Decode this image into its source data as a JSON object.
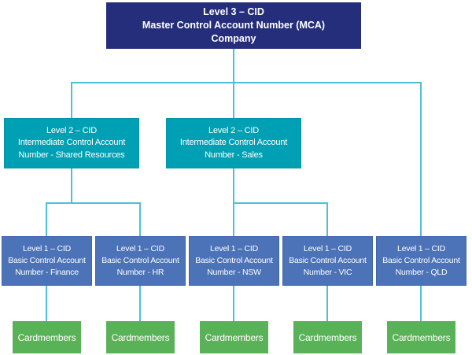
{
  "palette": {
    "level3_navy": "#252e7b",
    "level2_teal": "#00a0b4",
    "level1_blue": "#4c72b8",
    "cardmembers_green": "#59b257",
    "connector_cyan": "#4cc1d4",
    "text": "#ffffff"
  },
  "level3": {
    "line1": "Level 3 – CID",
    "line2": "Master Control Account Number (MCA)",
    "line3": "Company"
  },
  "level2": [
    {
      "line1": "Level 2 – CID",
      "line2": "Intermediate Control Account",
      "line3": "Number - Shared Resources"
    },
    {
      "line1": "Level 2 – CID",
      "line2": "Intermediate Control Account",
      "line3": "Number - Sales"
    }
  ],
  "level1": [
    {
      "line1": "Level 1 – CID",
      "line2": "Basic Control Account",
      "line3": "Number - Finance"
    },
    {
      "line1": "Level 1 – CID",
      "line2": "Basic Control Account",
      "line3": "Number - HR"
    },
    {
      "line1": "Level 1 – CID",
      "line2": "Basic Control Account",
      "line3": "Number - NSW"
    },
    {
      "line1": "Level 1 – CID",
      "line2": "Basic Control Account",
      "line3": "Number - VIC"
    },
    {
      "line1": "Level 1 – CID",
      "line2": "Basic Control Account",
      "line3": "Number - QLD"
    }
  ],
  "cardmembers": [
    {
      "label": "Cardmembers"
    },
    {
      "label": "Cardmembers"
    },
    {
      "label": "Cardmembers"
    },
    {
      "label": "Cardmembers"
    },
    {
      "label": "Cardmembers"
    }
  ]
}
